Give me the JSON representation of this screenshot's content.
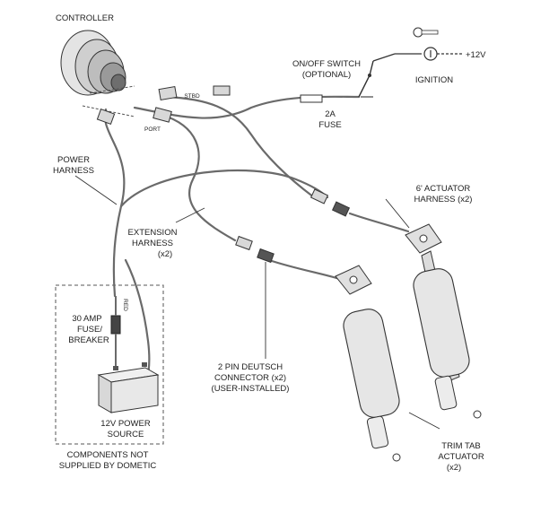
{
  "labels": {
    "controller": "CONTROLLER",
    "on_off_switch_1": "ON/OFF SWITCH",
    "on_off_switch_2": "(OPTIONAL)",
    "ignition": "IGNITION",
    "plus_12v": "+12V",
    "stbd": "STBD",
    "port": "PORT",
    "fuse_2a_1": "2A",
    "fuse_2a_2": "FUSE",
    "power_harness_1": "POWER",
    "power_harness_2": "HARNESS",
    "actuator_harness_1": "6' ACTUATOR",
    "actuator_harness_2": "HARNESS (x2)",
    "extension_harness_1": "EXTENSION",
    "extension_harness_2": "HARNESS",
    "extension_harness_3": "(x2)",
    "red": "RED",
    "fuse_30a_1": "30 AMP",
    "fuse_30a_2": "FUSE/",
    "fuse_30a_3": "BREAKER",
    "power_source_1": "12V POWER",
    "power_source_2": "SOURCE",
    "deutsch_1": "2 PIN DEUTSCH",
    "deutsch_2": "CONNECTOR (x2)",
    "deutsch_3": "(USER-INSTALLED)",
    "trim_tab_1": "TRIM TAB",
    "trim_tab_2": "ACTUATOR",
    "trim_tab_3": "(x2)",
    "not_supplied_1": "COMPONENTS NOT",
    "not_supplied_2": "SUPPLIED BY DOMETIC"
  }
}
